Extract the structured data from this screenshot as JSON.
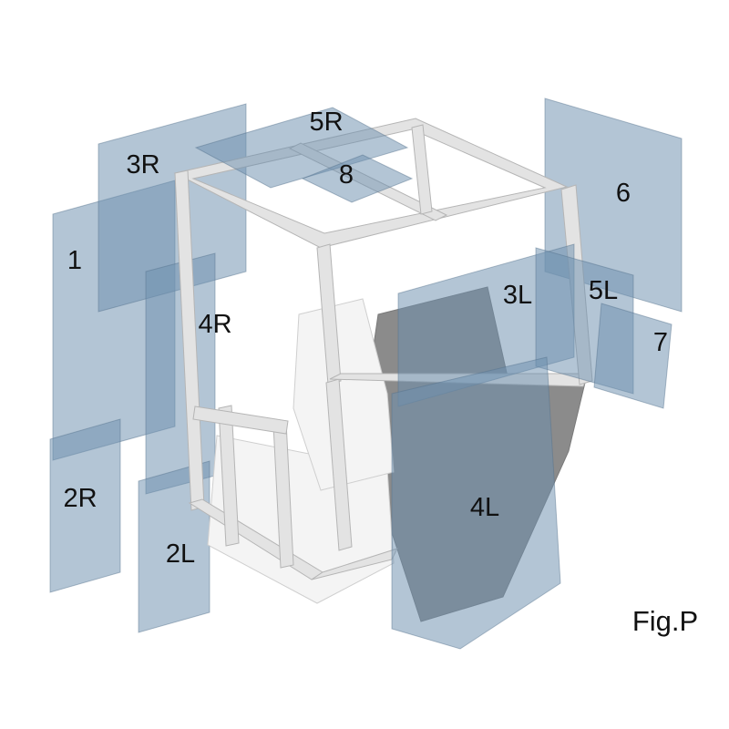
{
  "figure": {
    "caption": "Fig.P",
    "description_labels_present": [
      "1",
      "2R",
      "2L",
      "3R",
      "3L",
      "4R",
      "4L",
      "5R",
      "5L",
      "6",
      "7",
      "8"
    ]
  },
  "labels": {
    "1": "1",
    "2R": "2R",
    "2L": "2L",
    "3R": "3R",
    "3L": "3L",
    "4R": "4R",
    "4L": "4L",
    "5R": "5R",
    "5L": "5L",
    "6": "6",
    "7": "7",
    "8": "8"
  },
  "colors": {
    "glass": "#6d8fae",
    "glass_stroke": "#54718c",
    "frame": "#e3e3e3",
    "frame_stroke": "#b5b5b5",
    "body_dark": "#8b8b8b",
    "label_text": "#111111"
  }
}
